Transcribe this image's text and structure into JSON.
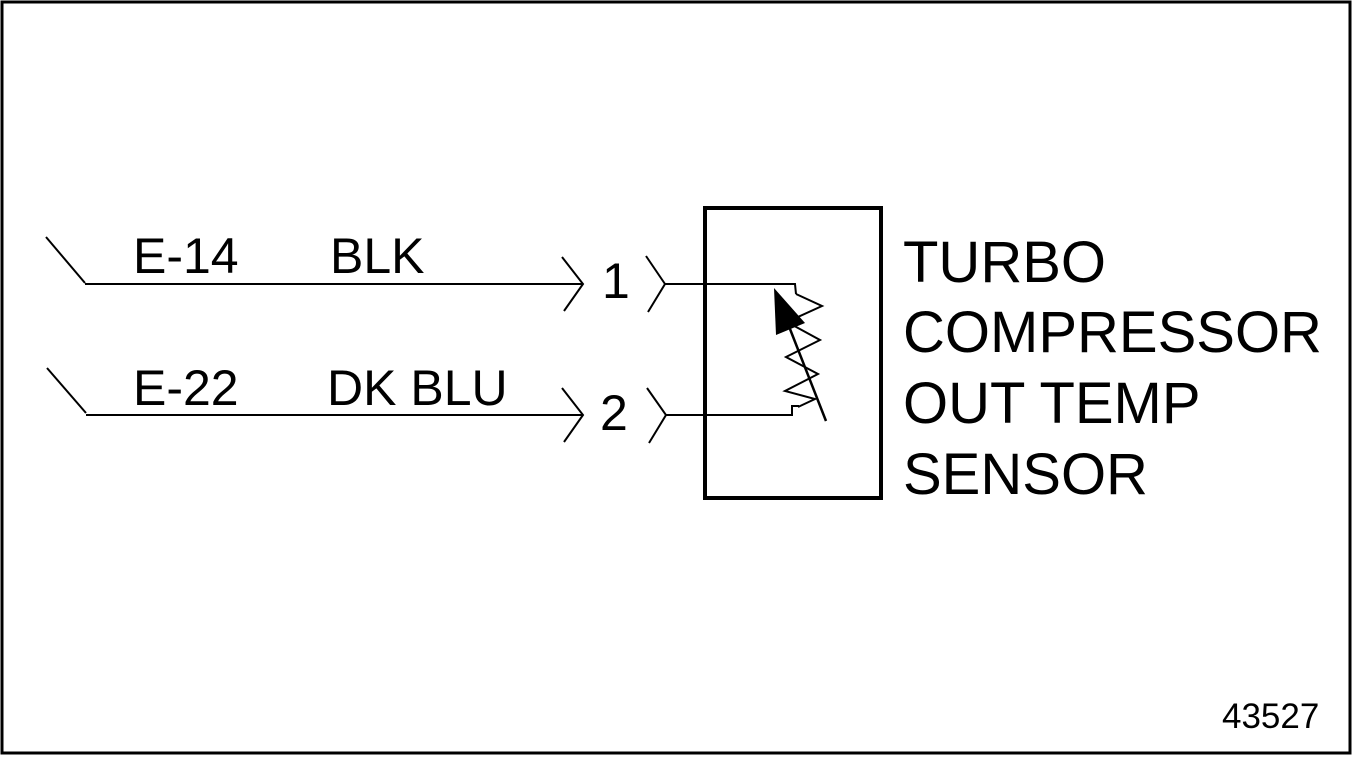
{
  "diagram": {
    "figure_number": "43527",
    "colors": {
      "line": "#000000",
      "background": "#ffffff"
    },
    "wires": [
      {
        "circuit": "E-14",
        "color_code": "BLK",
        "pin": "1"
      },
      {
        "circuit": "E-22",
        "color_code": "DK BLU",
        "pin": "2"
      }
    ],
    "sensor": {
      "name_lines": [
        "TURBO",
        "COMPRESSOR",
        "OUT TEMP",
        "SENSOR"
      ],
      "component_symbol": "thermistor-variable-resistor"
    }
  }
}
